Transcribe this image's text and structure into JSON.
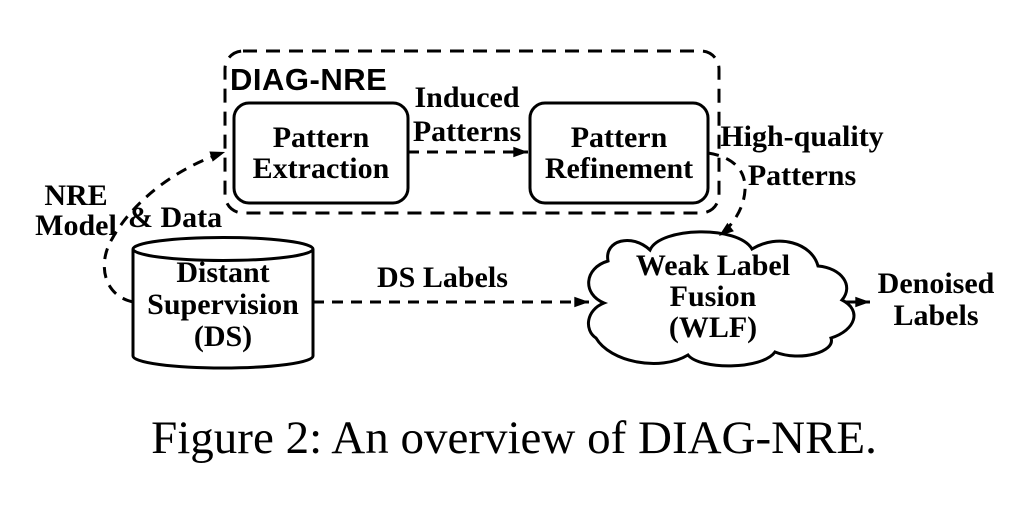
{
  "diagram": {
    "title": "DIAG-NRE",
    "nodes": {
      "pattern_extraction": {
        "line1": "Pattern",
        "line2": "Extraction"
      },
      "pattern_refinement": {
        "line1": "Pattern",
        "line2": "Refinement"
      },
      "distant_supervision": {
        "line1": "Distant",
        "line2": "Supervision",
        "line3": "(DS)"
      },
      "weak_label_fusion": {
        "line1": "Weak Label",
        "line2": "Fusion",
        "line3": "(WLF)"
      }
    },
    "labels": {
      "nre_model": {
        "line1": "NRE",
        "line2": "Model"
      },
      "and_data": "& Data",
      "induced_patterns": {
        "line1": "Induced",
        "line2": "Patterns"
      },
      "high_quality_patterns": {
        "line1": "High-quality",
        "line2": "Patterns"
      },
      "ds_labels": "DS Labels",
      "denoised_labels": {
        "line1": "Denoised",
        "line2": "Labels"
      }
    },
    "colors": {
      "ink": "#000000",
      "background": "#ffffff"
    }
  },
  "caption": "Figure 2: An overview of DIAG-NRE."
}
